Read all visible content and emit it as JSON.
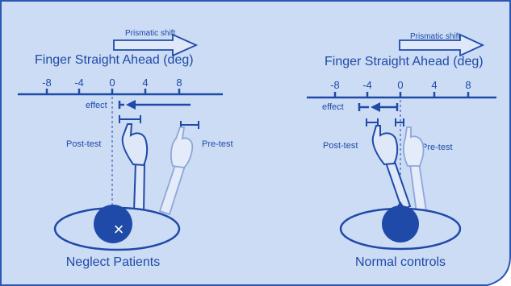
{
  "colors": {
    "background": "#ccdcf4",
    "border": "#2a56b4",
    "ink": "#1f4aa8",
    "ink_light": "#a9bde6",
    "stroke_light": "#7f99d2"
  },
  "panels": [
    {
      "title": "Finger Straight Ahead (deg)",
      "shift_label": "Prismatic shift",
      "ticks": [
        "-8",
        "-4",
        "0",
        "4",
        "8"
      ],
      "effect_label": "effect",
      "post_label": "Post-test",
      "pre_label": "Pre-test",
      "head_mark": "×",
      "caption": "Neglect Patients"
    },
    {
      "title": "Finger Straight Ahead (deg)",
      "shift_label": "Prismatic shift",
      "ticks": [
        "-8",
        "-4",
        "0",
        "4",
        "8"
      ],
      "effect_label": "effect",
      "post_label": "Post-test",
      "pre_label": "Pre-test",
      "caption": "Normal controls"
    }
  ]
}
